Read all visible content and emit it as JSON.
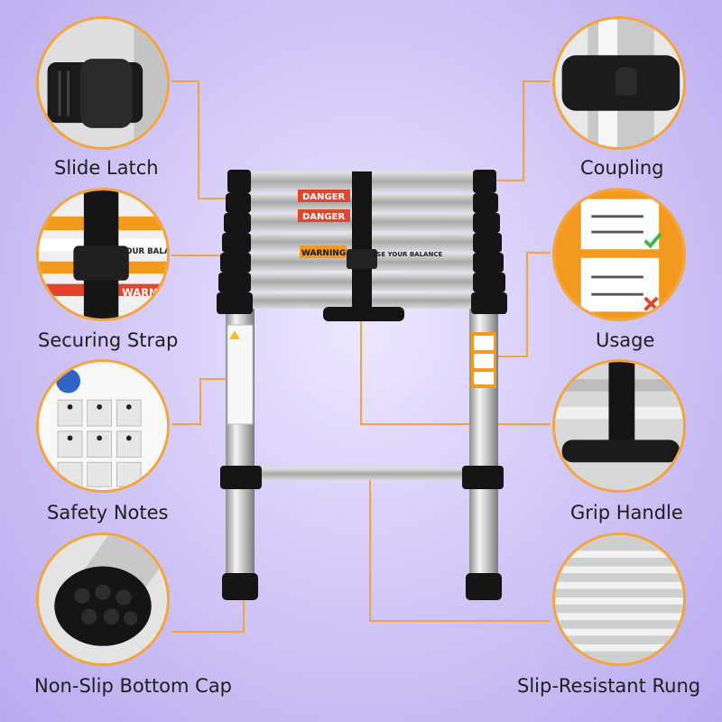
{
  "callouts": {
    "slide_latch": "Slide Latch",
    "coupling": "Coupling",
    "securing_strap": "Securing Strap",
    "usage": "Usage",
    "safety_notes": "Safety Notes",
    "grip_handle": "Grip Handle",
    "non_slip_bottom_cap": "Non-Slip Bottom Cap",
    "slip_resistant_rung": "Slip-Resistant Rung"
  },
  "ladder_labels": {
    "danger_1": "DANGER",
    "danger_2": "DANGER",
    "warning": "WARNING",
    "close_balance": "CLOSE YOUR BALANCE"
  },
  "strap_closeup": {
    "line_1": "YOUR BALANCE",
    "line_2": "WARN"
  },
  "colors": {
    "accent": "#f4a43a",
    "background": "#c9bdf3",
    "danger": "#e2452b",
    "warning": "#f39a1e"
  }
}
